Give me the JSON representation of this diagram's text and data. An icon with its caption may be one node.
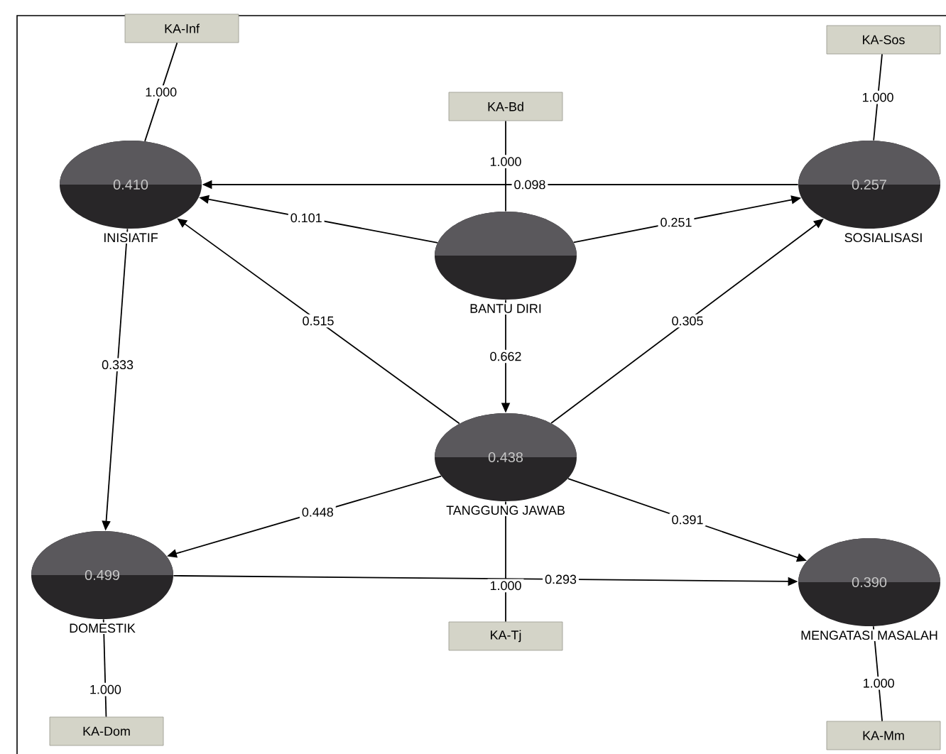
{
  "diagram": {
    "nodes": [
      {
        "text": [
          "KA-Inf"
        ]
      },
      {
        "text": [
          "KA-Bd"
        ]
      },
      {
        "text": [
          "KA-Sos"
        ]
      },
      {
        "text": [
          "0.410"
        ],
        "beside": [
          "INISIATIF"
        ]
      },
      {
        "text": [],
        "shape": "circle",
        "beside": [
          "BANTU DIRI"
        ]
      },
      {
        "text": [
          "0.257"
        ],
        "beside": [
          "SOSIALISASI"
        ]
      },
      {
        "text": [
          "0.438"
        ],
        "beside": [
          "TANGGUNG JAWAB"
        ]
      },
      {
        "text": [
          "0.499"
        ],
        "beside": [
          "DOMESTIK"
        ]
      },
      {
        "text": [
          "0.390"
        ],
        "beside": [
          "MENGATASI MASALAH"
        ]
      },
      {
        "text": [
          "KA-Tj"
        ]
      },
      {
        "text": [
          "KA-Dom"
        ]
      },
      {
        "text": [
          "KA-Mm"
        ]
      }
    ],
    "edges": [
      {
        "from": 0,
        "to": 3,
        "arrow": "none",
        "label": "1.000"
      },
      {
        "from": 1,
        "to": 4,
        "arrow": "none",
        "label": "1.000"
      },
      {
        "from": 2,
        "to": 5,
        "arrow": "none",
        "label": "1.000"
      },
      {
        "from": 5,
        "to": 3,
        "arrow": "to",
        "label": "0.098"
      },
      {
        "from": 4,
        "to": 3,
        "arrow": "to",
        "label": "0.101"
      },
      {
        "from": 4,
        "to": 5,
        "arrow": "to",
        "label": "0.251"
      },
      {
        "from": 6,
        "to": 3,
        "arrow": "to",
        "label": "0.515"
      },
      {
        "from": 4,
        "to": 6,
        "arrow": "to",
        "label": "0.662"
      },
      {
        "from": 6,
        "to": 5,
        "arrow": "to",
        "label": "0.305"
      },
      {
        "from": 3,
        "to": 7,
        "arrow": "to",
        "label": "0.333"
      },
      {
        "from": 6,
        "to": 7,
        "arrow": "to",
        "label": "0.448"
      },
      {
        "from": 6,
        "to": 8,
        "arrow": "to",
        "label": "0.391"
      },
      {
        "from": 7,
        "to": 8,
        "arrow": "to",
        "label": "0.293"
      },
      {
        "from": 6,
        "to": 9,
        "arrow": "none",
        "label": "1.000"
      },
      {
        "from": 7,
        "to": 10,
        "arrow": "none",
        "label": "1.000"
      },
      {
        "from": 8,
        "to": 11,
        "arrow": "none",
        "label": "1.000"
      }
    ]
  }
}
